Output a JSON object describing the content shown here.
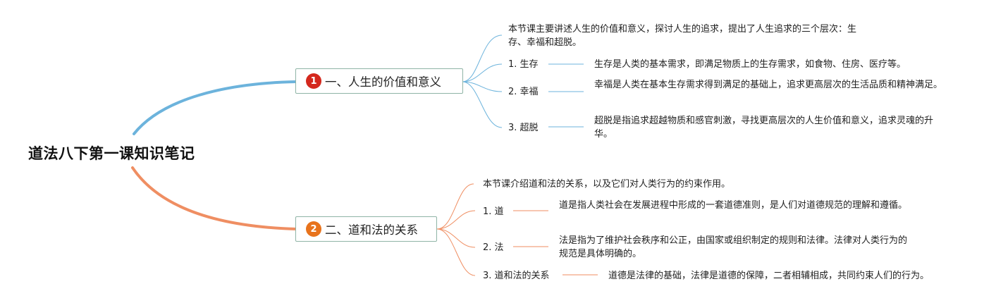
{
  "root": {
    "title": "道法八下第一课知识笔记"
  },
  "colors": {
    "branch1": "#6cb3dc",
    "branch2": "#ef8e62",
    "badge1": "#d4281d",
    "badge2": "#e8731c",
    "box_border": "#8fb4a6"
  },
  "branches": [
    {
      "badge": "1",
      "label": "一、人生的价值和意义",
      "intro": "本节课主要讲述人生的价值和意义，探讨人生的追求，提出了人生追求的三个层次：生存、幸福和超脱。",
      "topics": [
        {
          "label": "1. 生存",
          "detail": "生存是人类的基本需求，即满足物质上的生存需求，如食物、住房、医疗等。"
        },
        {
          "label": "2. 幸福",
          "detail": "幸福是人类在基本生存需求得到满足的基础上，追求更高层次的生活品质和精神满足。"
        },
        {
          "label": "3. 超脱",
          "detail": "超脱是指追求超越物质和感官刺激，寻找更高层次的人生价值和意义，追求灵魂的升华。"
        }
      ]
    },
    {
      "badge": "2",
      "label": "二、道和法的关系",
      "intro": "本节课介绍道和法的关系，以及它们对人类行为的约束作用。",
      "topics": [
        {
          "label": "1. 道",
          "detail": "道是指人类社会在发展进程中形成的一套道德准则，是人们对道德规范的理解和遵循。"
        },
        {
          "label": "2. 法",
          "detail": "法是指为了维护社会秩序和公正，由国家或组织制定的规则和法律。法律对人类行为的规范是具体明确的。"
        },
        {
          "label": "3. 道和法的关系",
          "detail": "道德是法律的基础，法律是道德的保障，二者相辅相成，共同约束人们的行为。"
        }
      ]
    }
  ]
}
